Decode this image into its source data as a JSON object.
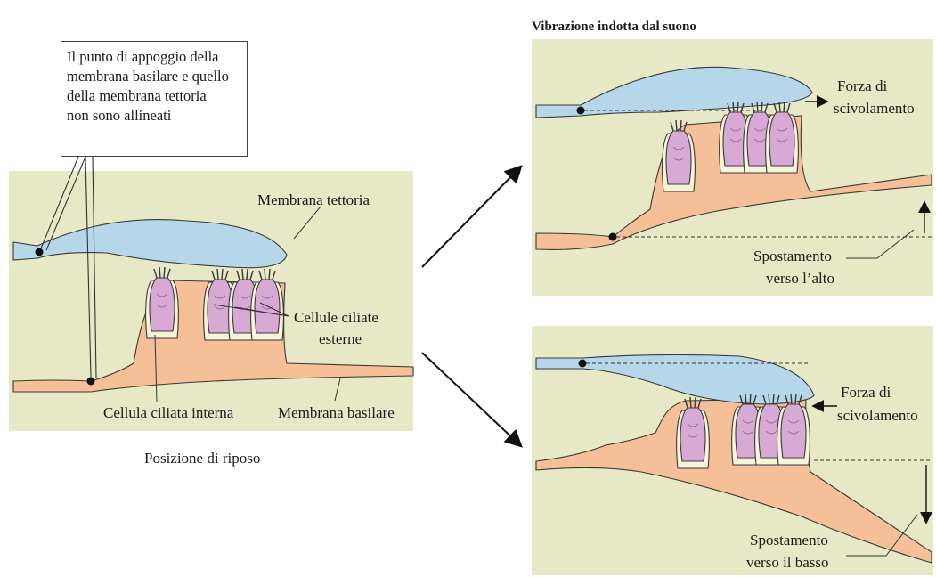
{
  "colors": {
    "panel": "#e7e8c6",
    "tectorial": "#b6d7ea",
    "basilar": "#f5bf98",
    "cell": "#d9a9d6",
    "nucleus": "#f1e6a8"
  },
  "callout": {
    "lines": [
      "Il punto di appoggio della",
      "membrana basilare e quello",
      "della membrana tettoria",
      "non sono allineati"
    ]
  },
  "rest_panel": {
    "tectorial_label": "Membrana tettoria",
    "outer_cells_label_1": "Cellule ciliate",
    "outer_cells_label_2": "esterne",
    "inner_cell_label": "Cellula ciliata interna",
    "basilar_label": "Membrana basilare",
    "caption": "Posizione di riposo"
  },
  "vibration": {
    "title": "Vibrazione indotta dal suono",
    "up_panel": {
      "force_label_1": "Forza di",
      "force_label_2": "scivolamento",
      "shift_label_1": "Spostamento",
      "shift_label_2": "verso l’alto"
    },
    "down_panel": {
      "force_label_1": "Forza di",
      "force_label_2": "scivolamento",
      "shift_label_1": "Spostamento",
      "shift_label_2": "verso il basso"
    }
  }
}
